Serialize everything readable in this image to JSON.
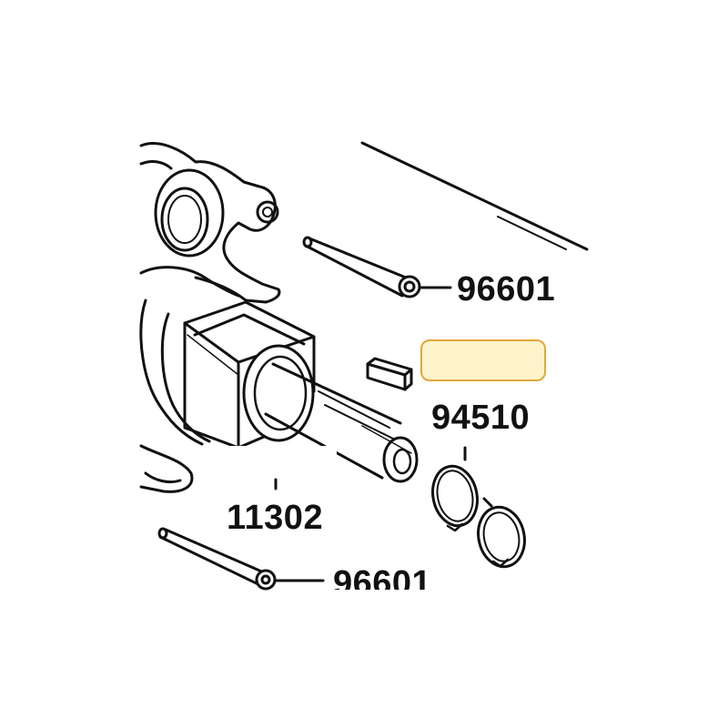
{
  "parts": {
    "pin_top": {
      "number": "96601"
    },
    "key": {
      "number": "94510"
    },
    "shaft_housing": {
      "number": "11302"
    },
    "pin_bottom": {
      "number": "96601"
    }
  },
  "highlight": {
    "color": "#fdf4cc",
    "border_color": "#e3a73a"
  }
}
